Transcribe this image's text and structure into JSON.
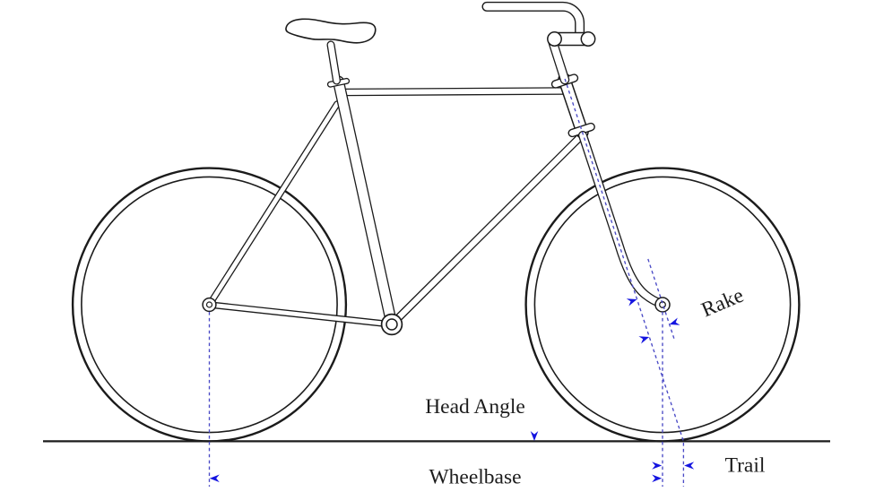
{
  "diagram": {
    "labels": {
      "head_angle": "Head Angle",
      "wheelbase": "Wheelbase",
      "trail": "Trail",
      "rake": "Rake"
    },
    "colors": {
      "outline": "#1b1b1b",
      "guide_line": "#4a4ac6",
      "arrow": "#1414e0",
      "background": "#ffffff"
    }
  }
}
